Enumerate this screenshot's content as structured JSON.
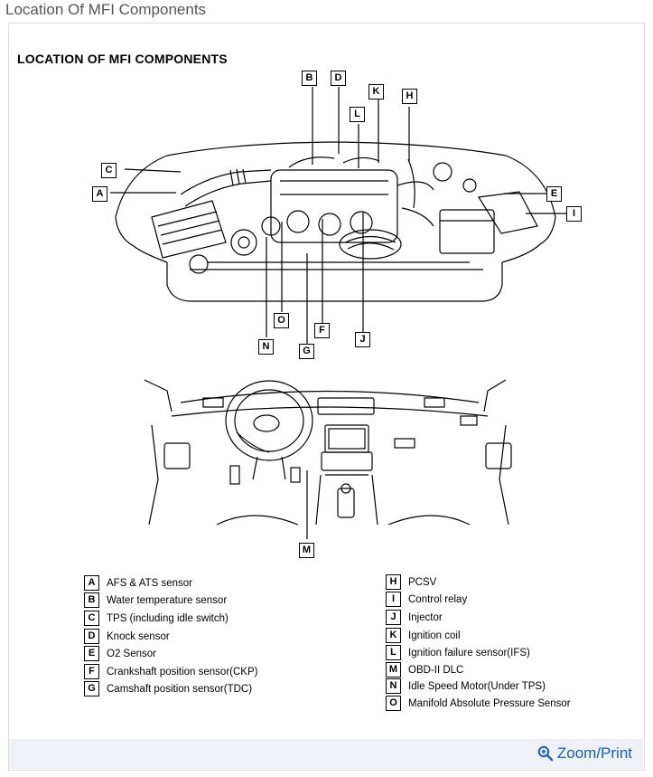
{
  "page": {
    "title": "Location Of MFI Components"
  },
  "figure": {
    "title": "LOCATION OF MFI COMPONENTS",
    "callouts": [
      "A",
      "B",
      "C",
      "D",
      "E",
      "F",
      "G",
      "H",
      "I",
      "J",
      "K",
      "L",
      "M",
      "N",
      "O"
    ],
    "legend_left": [
      {
        "key": "A",
        "text": "AFS & ATS sensor"
      },
      {
        "key": "B",
        "text": "Water temperature sensor"
      },
      {
        "key": "C",
        "text": "TPS (including idle switch)"
      },
      {
        "key": "D",
        "text": "Knock sensor"
      },
      {
        "key": "E",
        "text": "O2 Sensor"
      },
      {
        "key": "F",
        "text": "Crankshaft position sensor(CKP)"
      },
      {
        "key": "G",
        "text": "Camshaft position sensor(TDC)"
      }
    ],
    "legend_right": [
      {
        "key": "H",
        "text": "PCSV"
      },
      {
        "key": "I",
        "text": "Control relay"
      },
      {
        "key": "J",
        "text": "Injector"
      },
      {
        "key": "K",
        "text": "Ignition coil"
      },
      {
        "key": "L",
        "text": "Ignition failure sensor(IFS)"
      },
      {
        "key": "M",
        "text": "OBD-II DLC"
      },
      {
        "key": "N",
        "text": "Idle Speed Motor(Under TPS)"
      },
      {
        "key": "O",
        "text": "Manifold Absolute Pressure Sensor"
      }
    ]
  },
  "footer": {
    "zoom_label": "Zoom/Print",
    "zoom_icon": "magnifier-plus-icon"
  }
}
